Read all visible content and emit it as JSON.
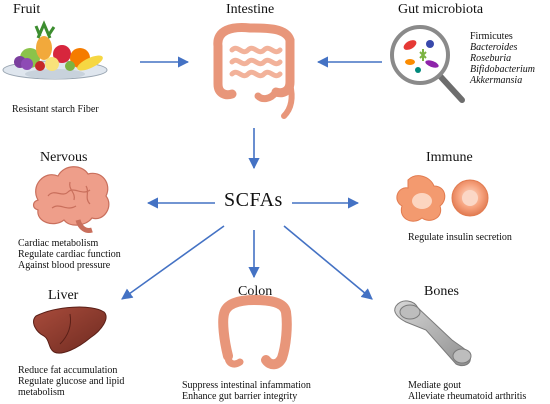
{
  "center": {
    "label": "SCFAs"
  },
  "nodes": {
    "fruit": {
      "title": "Fruit",
      "caption": "Resistant starch Fiber"
    },
    "intestine": {
      "title": "Intestine"
    },
    "microbiota": {
      "title": "Gut microbiota",
      "taxa": [
        "Firmicutes",
        "Bacteroides",
        "Roseburia",
        "Bifidobacterium",
        "Akkermansia"
      ]
    },
    "nervous": {
      "title": "Nervous",
      "lines": [
        "Cardiac metabolism",
        "Regulate cardiac function",
        "Against blood pressure"
      ]
    },
    "immune": {
      "title": "Immune",
      "lines": [
        "Regulate insulin secretion"
      ]
    },
    "liver": {
      "title": "Liver",
      "lines": [
        "Reduce fat accumulation",
        "Regulate glucose and lipid",
        "metabolism"
      ]
    },
    "colon": {
      "title": "Colon",
      "lines": [
        "Suppress intestinal infammation",
        "Enhance gut barrier integrity"
      ]
    },
    "bones": {
      "title": "Bones",
      "lines": [
        "Mediate gout",
        "Alleviate rheumatoid arthritis"
      ]
    }
  },
  "colors": {
    "arrow": "#4472c4",
    "intestine": "#f2b29a",
    "liver": "#8b3a2e",
    "cell": "#f4a07a",
    "brain": "#e9a08c",
    "bone": "#a9a9a9"
  }
}
